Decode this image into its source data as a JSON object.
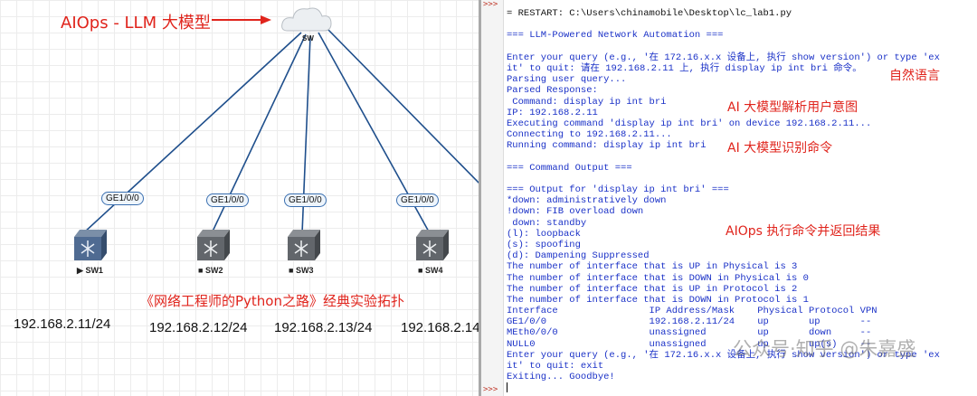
{
  "topology": {
    "header_annotation": "AIOps - LLM 大模型",
    "cloud_label": "SW",
    "caption": "《网络工程师的Python之路》经典实验拓扑",
    "switches": [
      {
        "name": "SW1",
        "port": "GE1/0/0",
        "ip": "192.168.2.11/24",
        "marker": "▶"
      },
      {
        "name": "SW2",
        "port": "GE1/0/0",
        "ip": "192.168.2.12/24",
        "marker": "■"
      },
      {
        "name": "SW3",
        "port": "GE1/0/0",
        "ip": "192.168.2.13/24",
        "marker": "■"
      },
      {
        "name": "SW4",
        "port": "GE1/0/0",
        "ip": "192.168.2.14",
        "marker": "■"
      }
    ],
    "colors": {
      "annotation": "#e0241c",
      "link": "#1f4f8c",
      "arrow": "#e0241c"
    }
  },
  "shell": {
    "prompts": [
      ">>>",
      ">>>"
    ],
    "lines": [
      {
        "t": "= RESTART: C:\\Users\\chinamobile\\Desktop\\lc_lab1.py",
        "c": "black"
      },
      {
        "t": "",
        "c": ""
      },
      {
        "t": "=== LLM-Powered Network Automation ===",
        "c": ""
      },
      {
        "t": "",
        "c": ""
      },
      {
        "t": "Enter your query (e.g., '在 172.16.x.x 设备上, 执行 show version') or type 'ex",
        "c": ""
      },
      {
        "t": "it' to quit: 请在 192.168.2.11 上, 执行 display ip int bri 命令。",
        "c": ""
      },
      {
        "t": "Parsing user query...",
        "c": ""
      },
      {
        "t": "Parsed Response:",
        "c": ""
      },
      {
        "t": " Command: display ip int bri",
        "c": ""
      },
      {
        "t": "IP: 192.168.2.11",
        "c": ""
      },
      {
        "t": "Executing command 'display ip int bri' on device 192.168.2.11...",
        "c": ""
      },
      {
        "t": "Connecting to 192.168.2.11...",
        "c": ""
      },
      {
        "t": "Running command: display ip int bri",
        "c": ""
      },
      {
        "t": "",
        "c": ""
      },
      {
        "t": "=== Command Output ===",
        "c": ""
      },
      {
        "t": "",
        "c": ""
      },
      {
        "t": "=== Output for 'display ip int bri' ===",
        "c": ""
      },
      {
        "t": "*down: administratively down",
        "c": ""
      },
      {
        "t": "!down: FIB overload down",
        "c": ""
      },
      {
        "t": " down: standby",
        "c": ""
      },
      {
        "t": "(l): loopback",
        "c": ""
      },
      {
        "t": "(s): spoofing",
        "c": ""
      },
      {
        "t": "(d): Dampening Suppressed",
        "c": ""
      },
      {
        "t": "The number of interface that is UP in Physical is 3",
        "c": ""
      },
      {
        "t": "The number of interface that is DOWN in Physical is 0",
        "c": ""
      },
      {
        "t": "The number of interface that is UP in Protocol is 2",
        "c": ""
      },
      {
        "t": "The number of interface that is DOWN in Protocol is 1",
        "c": ""
      },
      {
        "t": "Interface                IP Address/Mask    Physical Protocol VPN",
        "c": ""
      },
      {
        "t": "GE1/0/0                  192.168.2.11/24    up       up       --",
        "c": ""
      },
      {
        "t": "MEth0/0/0                unassigned         up       down     --",
        "c": ""
      },
      {
        "t": "NULL0                    unassigned         up       up(s)    --",
        "c": ""
      },
      {
        "t": "Enter your query (e.g., '在 172.16.x.x 设备上, 执行 show version') or type 'ex",
        "c": ""
      },
      {
        "t": "it' to quit: exit",
        "c": ""
      },
      {
        "t": "Exiting... Goodbye!",
        "c": ""
      }
    ],
    "annotations": [
      {
        "text": "自然语言"
      },
      {
        "text": "AI 大模型解析用户意图"
      },
      {
        "text": "AI 大模型识别命令"
      },
      {
        "text": "AIOps 执行命令并返回结果"
      }
    ],
    "watermark": "公众号·知乎 @朱嘉盛"
  }
}
